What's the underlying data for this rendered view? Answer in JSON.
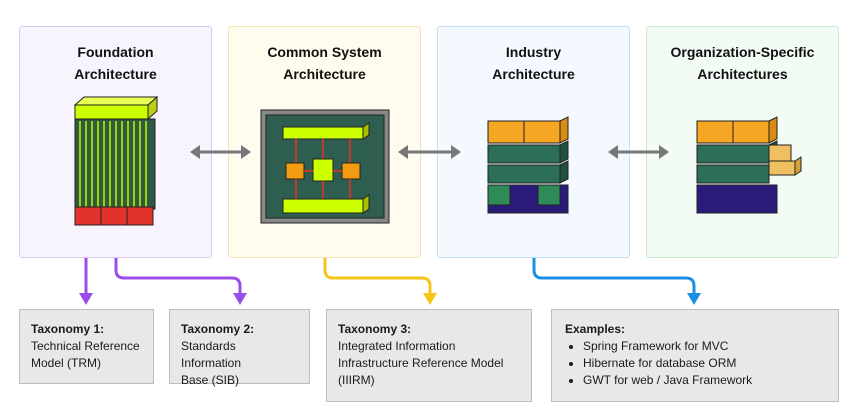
{
  "panels": [
    {
      "title_line1": "Foundation",
      "title_line2": "Architecture"
    },
    {
      "title_line1": "Common System",
      "title_line2": "Architecture"
    },
    {
      "title_line1": "Industry",
      "title_line2": "Architecture"
    },
    {
      "title_line1": "Organization-Specific",
      "title_line2": "Architectures"
    }
  ],
  "boxes": {
    "taxonomy1": {
      "title": "Taxonomy 1:",
      "lines": [
        "Technical Reference",
        "Model (TRM)"
      ]
    },
    "taxonomy2": {
      "title": "Taxonomy 2:",
      "lines": [
        "Standards Information",
        "Base (SIB)"
      ]
    },
    "taxonomy3": {
      "title": "Taxonomy 3:",
      "lines": [
        "Integrated Information",
        "Infrastructure Reference Model",
        "(IIIRM)"
      ]
    },
    "examples": {
      "title": "Examples:",
      "items": [
        "Spring Framework for MVC",
        "Hibernate for database ORM",
        "GWT for web / Java Framework"
      ]
    }
  },
  "colors": {
    "purple_connector": "#9b4dea",
    "yellow_connector": "#f5c518",
    "blue_connector": "#1a8fe3",
    "double_arrow": "#777777"
  }
}
